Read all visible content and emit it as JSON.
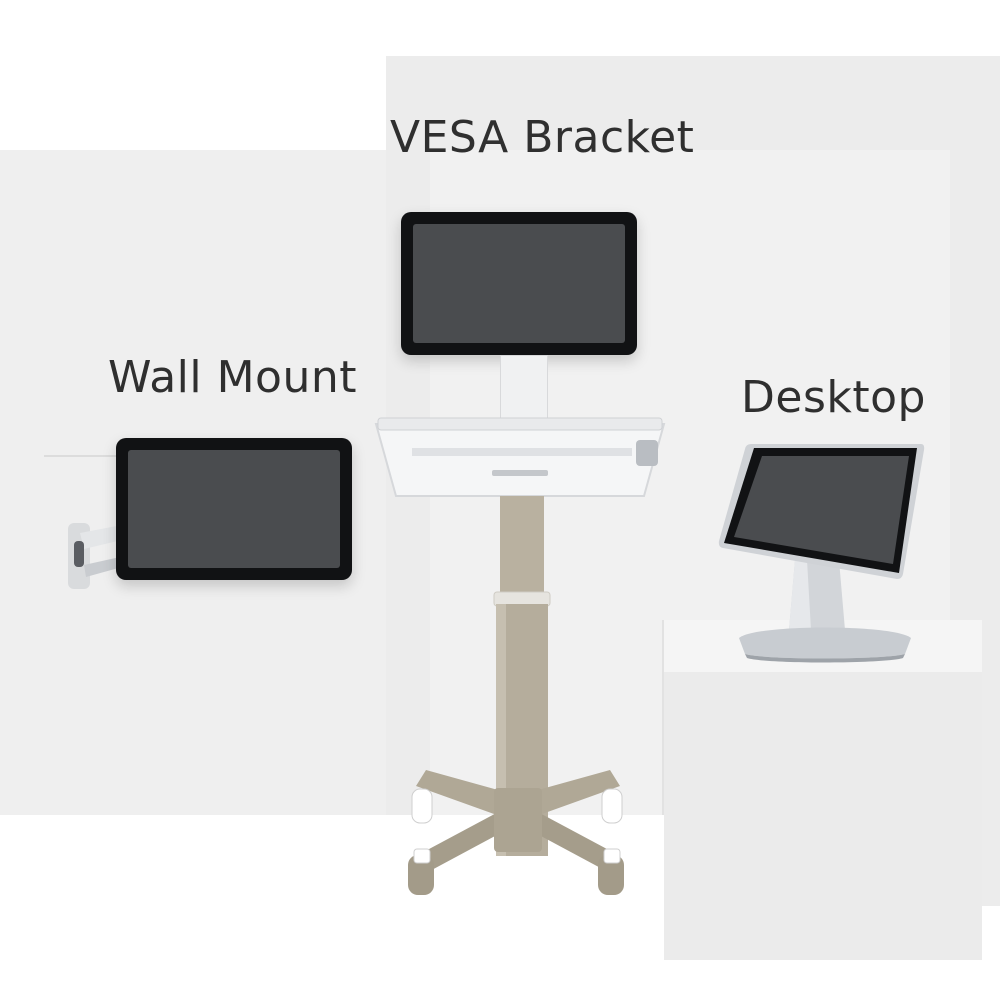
{
  "labels": {
    "vesa": "VESA Bracket",
    "wall": "Wall Mount",
    "desktop": "Desktop"
  },
  "colors": {
    "background": "#ffffff",
    "panel_light": "#efefef",
    "panel_mid": "#e9e9e9",
    "bezel": "#111214",
    "screen": "#4a4c4f",
    "cart_column": "#b5ad9c",
    "tray_white": "#f4f5f6",
    "label_text": "#2f2f2f"
  },
  "icons": {
    "wall_arm": "wall-mount-arm-icon",
    "desktop_stand": "desktop-stand-icon",
    "cart_base": "cart-star-base-icon",
    "caster": "caster-wheel-icon"
  }
}
